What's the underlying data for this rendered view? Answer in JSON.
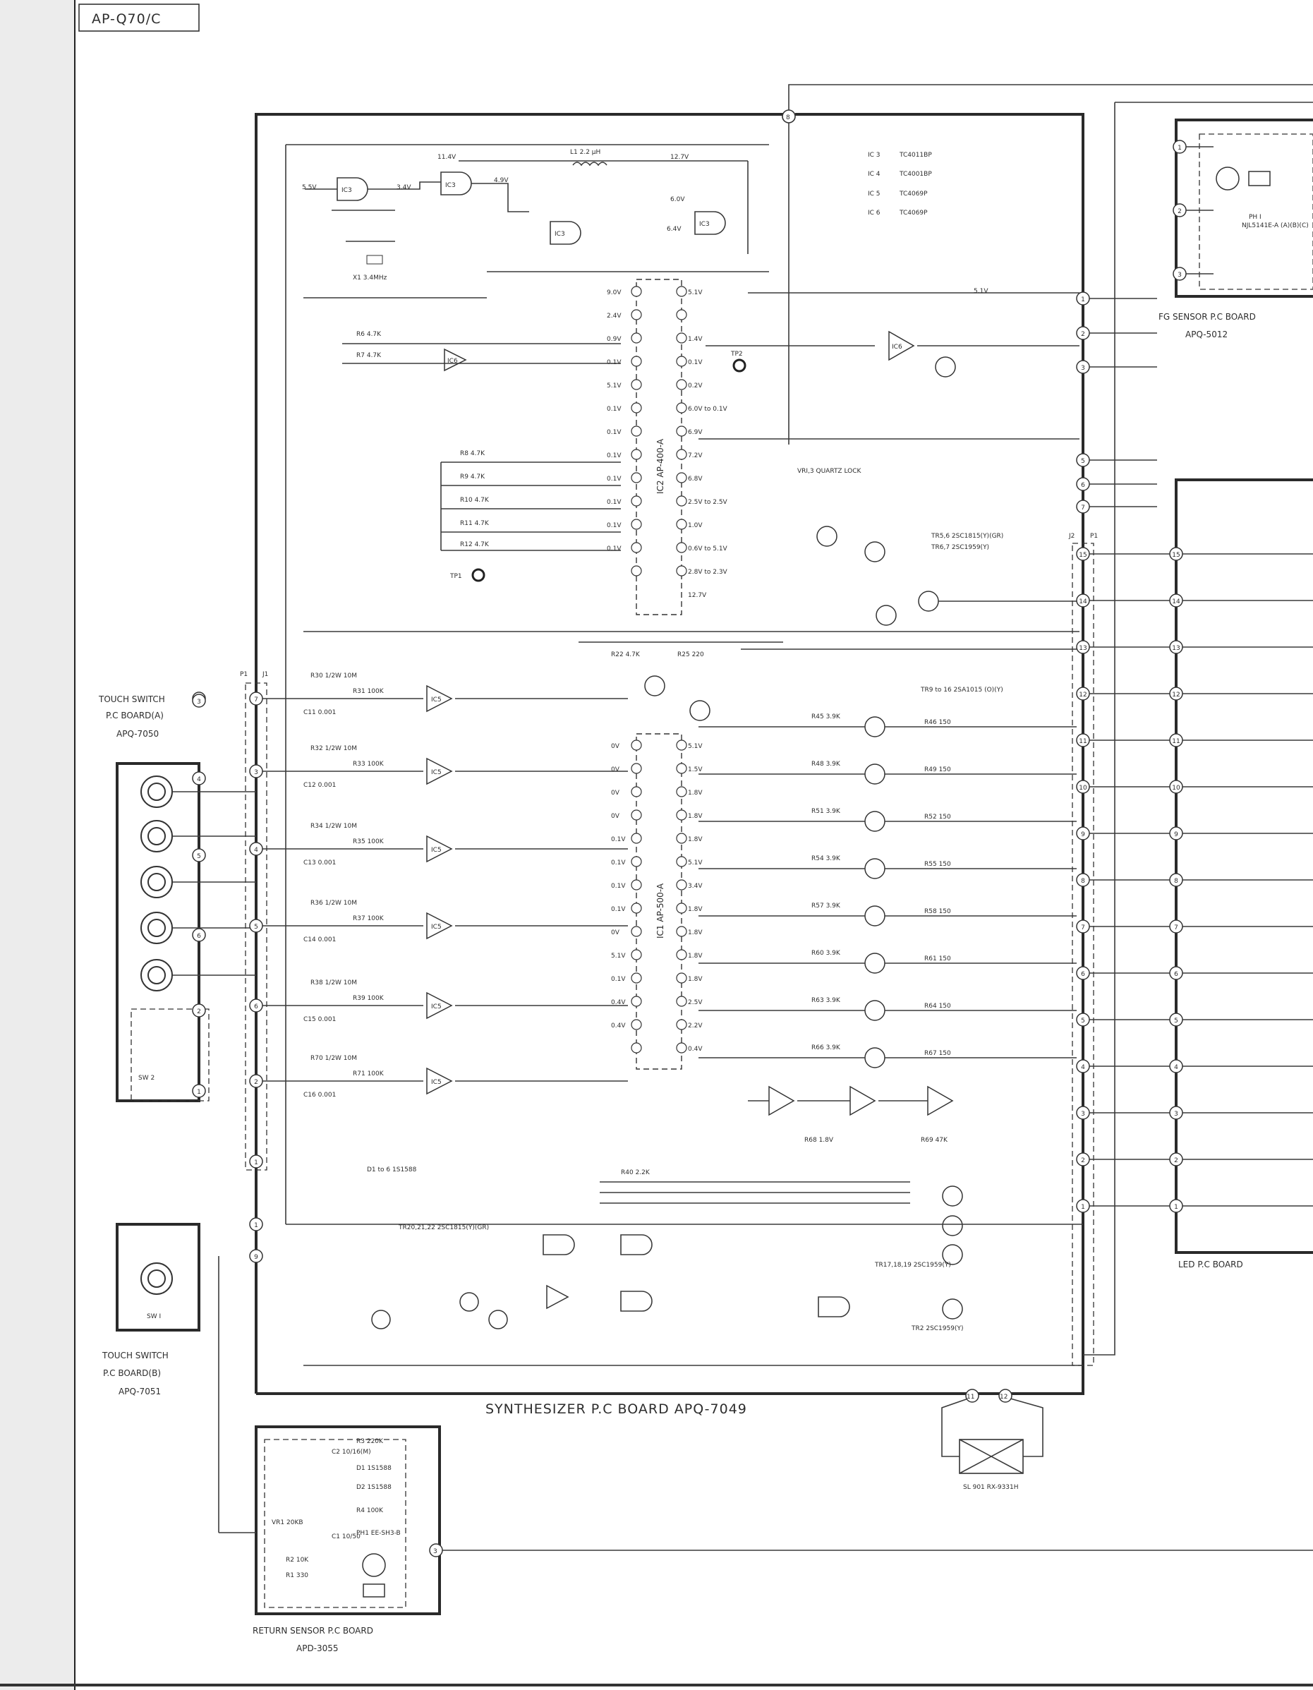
{
  "model_tag": "AP-Q70/C",
  "boards": {
    "synthesizer": "SYNTHESIZER P.C BOARD APQ-7049",
    "fg_sensor": {
      "title": "FG SENSOR P.C BOARD",
      "part": "APQ-5012",
      "ph_label": "PH I",
      "ph_part": "NJL5141E-A (A)(B)(C)"
    },
    "led": "LED P.C BOARD",
    "touch_a": {
      "title1": "TOUCH SWITCH",
      "title2": "P.C BOARD(A)",
      "part": "APQ-7050",
      "sw": "SW 2"
    },
    "touch_b": {
      "title1": "TOUCH SWITCH",
      "title2": "P.C BOARD(B)",
      "part": "APQ-7051",
      "sw": "SW I"
    },
    "return_sensor": {
      "title": "RETURN SENSOR P.C BOARD",
      "part": "APD-3055"
    }
  },
  "ic_table": [
    {
      "ic": "IC 3",
      "part": "TC4011BP"
    },
    {
      "ic": "IC 4",
      "part": "TC4001BP"
    },
    {
      "ic": "IC 5",
      "part": "TC4069P"
    },
    {
      "ic": "IC 6",
      "part": "TC4069P"
    }
  ],
  "ic_labels": {
    "ic2": "IC2 AP-400-A",
    "ic1": "IC1 AP-500-A"
  },
  "notes": {
    "quartz": "VRI,3 QUARTZ LOCK",
    "tr5_6": "TR5,6 2SC1815(Y)(GR)",
    "tr6_7": "TR6,7 2SC1959(Y)",
    "tr9_16": "TR9 to 16 2SA1015 (O)(Y)",
    "d1_6": "D1 to 6 1S1588",
    "tr20_22": "TR20,21,22 2SC1815(Y)(GR)",
    "tr17_19": "TR17,18,19 2SC1959(Y)",
    "tr2": "TR2 2SC1959(Y)",
    "solenoid": "SL 901 RX-9331H",
    "tp1": "TP1",
    "tp2": "TP2",
    "crystal": "X1 3.4MHz",
    "coil": "L1 2.2 μH"
  },
  "connectors": {
    "fg": [
      "1",
      "2",
      "3"
    ],
    "led": [
      "15",
      "14",
      "13",
      "12",
      "11",
      "10",
      "9",
      "8",
      "7",
      "6",
      "5",
      "4",
      "3",
      "2",
      "1"
    ],
    "right": [
      "1",
      "2",
      "3",
      "5",
      "6",
      "7"
    ],
    "left": [
      "7",
      "3",
      "4",
      "5",
      "6",
      "2",
      "1"
    ]
  },
  "ic2_voltages_left": [
    "9.0V",
    "2.4V",
    "0.9V",
    "0.1V",
    "5.1V",
    "0.1V",
    "0.1V",
    "0.1V",
    "0.1V",
    "0.1V",
    "0.1V",
    "0.1V"
  ],
  "ic2_voltages_right": [
    "5.1V",
    "1.4V",
    "0.1V",
    "0.2V",
    "6.0V to 0.1V",
    "6.9V",
    "7.2V",
    "6.8V",
    "2.5V to 2.5V",
    "1.0V",
    "0.6V to 5.1V",
    "2.8V to 2.3V",
    "12.7V"
  ],
  "ic1_voltages_left": [
    "0V",
    "0V",
    "0V",
    "0V",
    "0.1V",
    "0.1V",
    "0.1V",
    "0.1V",
    "0V",
    "5.1V",
    "0.1V",
    "0.4V",
    "0.4V"
  ],
  "ic1_voltages_right": [
    "5.1V",
    "1.5V",
    "1.8V",
    "1.8V",
    "1.8V",
    "5.1V",
    "3.4V",
    "1.8V",
    "1.8V",
    "1.8V",
    "1.8V",
    "2.5V",
    "2.2V",
    "0.4V"
  ],
  "led_resistors": [
    "R45 3.9K",
    "R46 150",
    "R48 3.9K",
    "R49 150",
    "R51 3.9K",
    "R52 150",
    "R54 3.9K",
    "R55 150",
    "R57 3.9K",
    "R58 150",
    "R60 3.9K",
    "R61 150",
    "R63 3.9K",
    "R64 150",
    "R66 3.9K",
    "R67 150"
  ],
  "touch_resistors": [
    "R30 1/2W 10M",
    "R31 100K",
    "R32 1/2W 10M",
    "R33 100K",
    "R34 1/2W 10M",
    "R35 100K",
    "R36 1/2W 10M",
    "R37 100K",
    "R38 1/2W 10M",
    "R39 100K",
    "R70 1/2W 10M",
    "R71 100K"
  ],
  "touch_caps": [
    "C11 0.001",
    "C12 0.001",
    "C13 0.001",
    "C14 0.001",
    "C15 0.001",
    "C16 0.001"
  ],
  "return_parts": [
    "R3 220K",
    "D1 1S1588",
    "D2 1S1588",
    "R4 100K",
    "VR1 20KB",
    "R2 10K",
    "R1 330",
    "C1 10/50",
    "C2 10/16(M)",
    "PH1 EE-SH3-B"
  ],
  "voltages_top": [
    "5.5V",
    "3.4V",
    "11.4V",
    "4.9V",
    "12.7V",
    "6.0V",
    "6.4V",
    "5.1V"
  ]
}
